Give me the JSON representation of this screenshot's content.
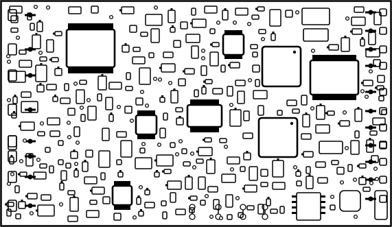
{
  "view": {
    "background": "#ffffff",
    "ink": "#000000"
  },
  "components": {
    "ic_packages": [
      "qfp-top-left",
      "qfp-center-right",
      "qfp-bottom-center",
      "soic-far-right",
      "soic-center",
      "soic-mid-left",
      "soic-bottom-left",
      "soic-top-center",
      "soic-bottom-right"
    ],
    "connector_columns": [
      "left-edge",
      "right-edge"
    ]
  }
}
